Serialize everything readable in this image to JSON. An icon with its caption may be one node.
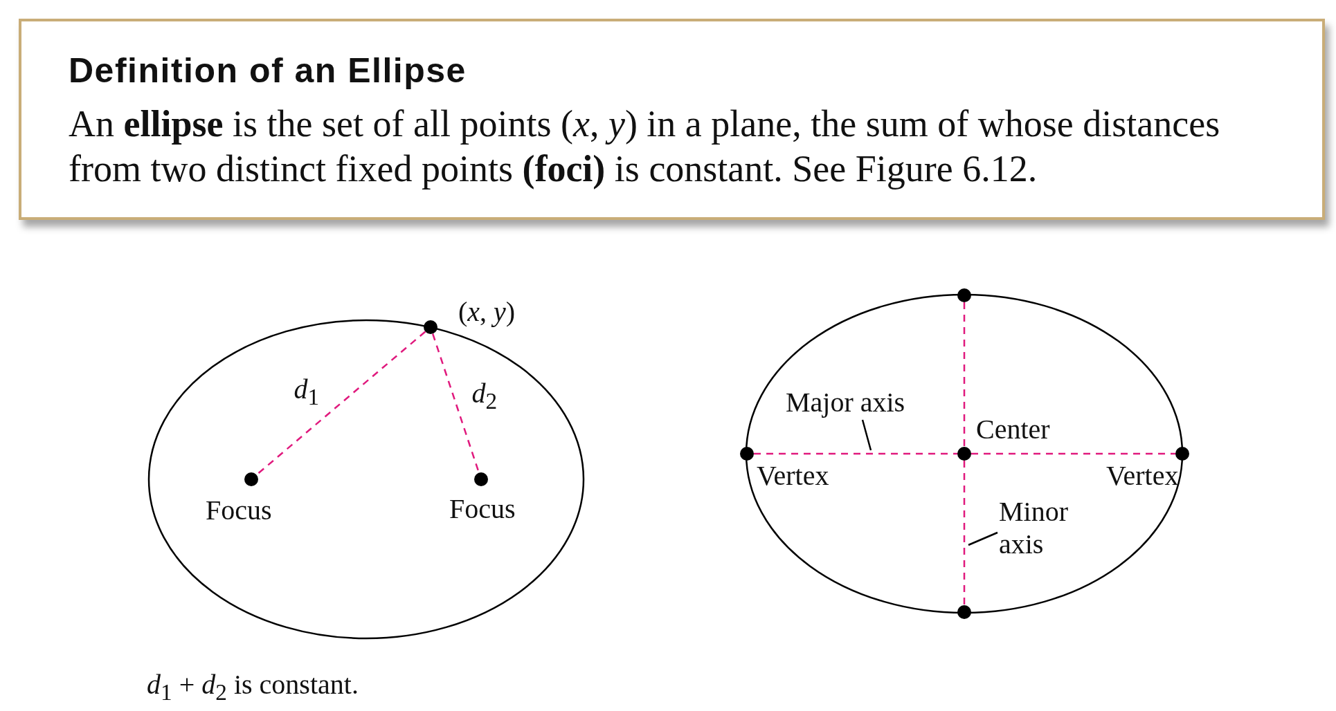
{
  "diagram": {
    "caption": "*d*$_{1}$ + *d*$_{2}$ is constant.",
    "nodes": [
      {
        "text": [
          "Definition of an Ellipse",
          "An **ellipse** is the set of all points (*x*, *y*) in a plane, the sum of whose distances from two distinct fixed points **(foci)** is constant. See Figure 6.12."
        ]
      },
      {
        "text": [],
        "shape": "circle",
        "beside": [
          "(*x*, *y*)"
        ]
      },
      {
        "text": [],
        "shape": "circle",
        "beside": [
          "Focus"
        ]
      },
      {
        "text": [],
        "shape": "circle",
        "beside": [
          "Focus"
        ]
      },
      {
        "text": [],
        "shape": "circle"
      },
      {
        "text": [
          "Major axis"
        ]
      },
      {
        "text": [],
        "shape": "circle",
        "beside": [
          "Center"
        ]
      },
      {
        "text": [],
        "shape": "circle",
        "beside": [
          "Vertex"
        ]
      },
      {
        "text": [],
        "shape": "circle",
        "beside": [
          "Vertex"
        ]
      },
      {
        "text": [
          "Minor axis"
        ]
      },
      {
        "text": [],
        "shape": "circle"
      }
    ],
    "edges": [
      {
        "from": 1,
        "to": 2,
        "arrow": "none",
        "label": "*d*$_{1}$",
        "style": "dashed"
      },
      {
        "from": 1,
        "to": 3,
        "arrow": "none",
        "label": "*d*$_{2}$",
        "style": "dashed"
      },
      {
        "from": 7,
        "to": 6,
        "arrow": "none",
        "style": "dashed"
      },
      {
        "from": 6,
        "to": 8,
        "arrow": "none",
        "style": "dashed"
      },
      {
        "from": 4,
        "to": 6,
        "arrow": "none",
        "style": "dashed"
      },
      {
        "from": 6,
        "to": 10,
        "arrow": "none",
        "style": "dashed"
      },
      {
        "from": 5,
        "to": null,
        "arrow": "none",
        "color": "#000000"
      },
      {
        "from": 9,
        "to": null,
        "arrow": "none",
        "color": "#000000"
      }
    ]
  }
}
